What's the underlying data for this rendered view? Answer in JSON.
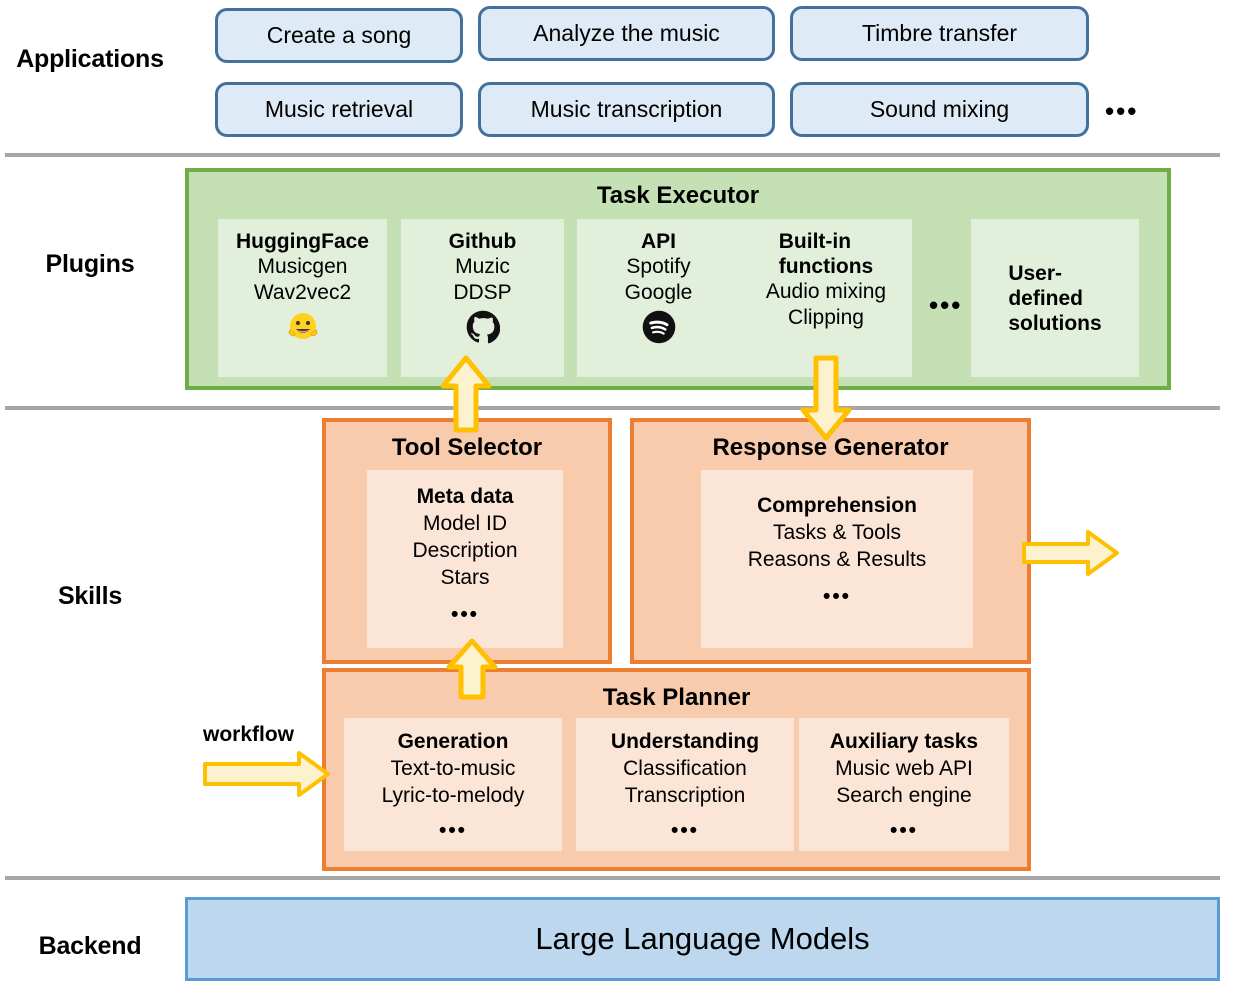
{
  "rows": {
    "applications": "Applications",
    "plugins": "Plugins",
    "skills": "Skills",
    "backend": "Backend"
  },
  "applications": {
    "row1": [
      "Create a song",
      "Analyze the music",
      "Timbre transfer"
    ],
    "row2": [
      "Music retrieval",
      "Music transcription",
      "Sound mixing"
    ],
    "ellipsis": "•••"
  },
  "plugins": {
    "title": "Task Executor",
    "ellipsis": "•••",
    "cards": [
      {
        "title": "HuggingFace",
        "lines": [
          "Musicgen",
          "Wav2vec2"
        ],
        "icon": "huggingface-icon"
      },
      {
        "title": "Github",
        "lines": [
          "Muzic",
          "DDSP"
        ],
        "icon": "github-icon"
      },
      {
        "title": "API",
        "lines": [
          "Spotify",
          "Google"
        ],
        "icon": "spotify-icon"
      },
      {
        "title": "Built-in\nfunctions",
        "lines": [
          "Audio mixing",
          "Clipping"
        ],
        "icon": ""
      },
      {
        "title": "User-\ndefined\nsolutions",
        "lines": [],
        "icon": ""
      }
    ]
  },
  "skills": {
    "tool_selector": {
      "title": "Tool Selector",
      "card": {
        "title": "Meta data",
        "lines": [
          "Model ID",
          "Description",
          "Stars"
        ],
        "dots": "•••"
      }
    },
    "response_generator": {
      "title": "Response Generator",
      "card": {
        "title": "Comprehension",
        "lines": [
          "Tasks & Tools",
          "Reasons & Results"
        ],
        "dots": "•••"
      }
    },
    "task_planner": {
      "title": "Task Planner",
      "cards": [
        {
          "title": "Generation",
          "lines": [
            "Text-to-music",
            "Lyric-to-melody"
          ],
          "dots": "•••"
        },
        {
          "title": "Understanding",
          "lines": [
            "Classification",
            "Transcription"
          ],
          "dots": "•••"
        },
        {
          "title": "Auxiliary tasks",
          "lines": [
            "Music web API",
            "Search engine"
          ],
          "dots": "•••"
        }
      ]
    },
    "workflow_label": "workflow"
  },
  "backend": {
    "title": "Large Language Models"
  },
  "colors": {
    "app_fill": "#DEEAF6",
    "app_border": "#41719C",
    "plugin_fill": "#C5E0B4",
    "plugin_border": "#70AD47",
    "plugin_card_fill": "#E2EFDA",
    "skill_fill": "#F8CBAD",
    "skill_border": "#ED7D31",
    "skill_card_fill": "#FBE5D6",
    "llm_fill": "#BDD7EE",
    "llm_border": "#5B9BD5",
    "divider": "#A6A6A6",
    "arrow_fill": "#FDF2CE",
    "arrow_border": "#FFC000"
  }
}
